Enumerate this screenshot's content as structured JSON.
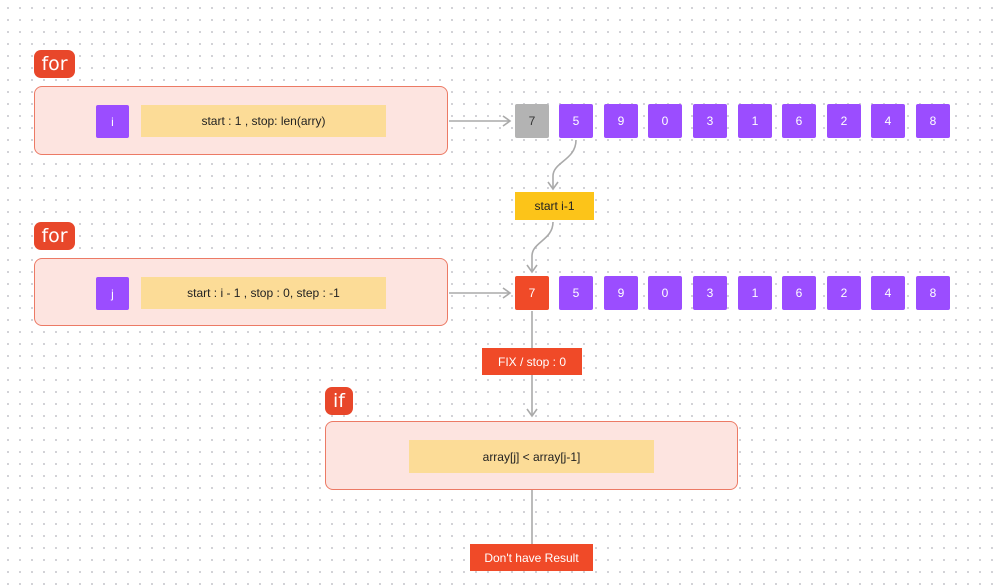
{
  "outer_loop": {
    "keyword": "for",
    "variable": "i",
    "range": "start : 1 , stop: len(arry)",
    "cells": [
      "7",
      "5",
      "9",
      "0",
      "3",
      "1",
      "6",
      "2",
      "4",
      "8"
    ]
  },
  "connector_1": "start i-1",
  "inner_loop": {
    "keyword": "for",
    "variable": "j",
    "range": "start : i - 1 , stop : 0, step : -1",
    "cells": [
      "7",
      "5",
      "9",
      "0",
      "3",
      "1",
      "6",
      "2",
      "4",
      "8"
    ]
  },
  "connector_2": "FIX / stop : 0",
  "condition": {
    "keyword": "if",
    "expression": "array[j] < array[j-1]"
  },
  "result": "Don't have Result",
  "colors": {
    "keyword_tag": "#e8472a",
    "panel_bg": "#fde4e0",
    "cell": "#9b4dff",
    "condition_box": "#fcdc97",
    "start_label": "#fcc419",
    "highlight_gray": "#b3b3b3",
    "highlight_red": "#f04a28"
  }
}
